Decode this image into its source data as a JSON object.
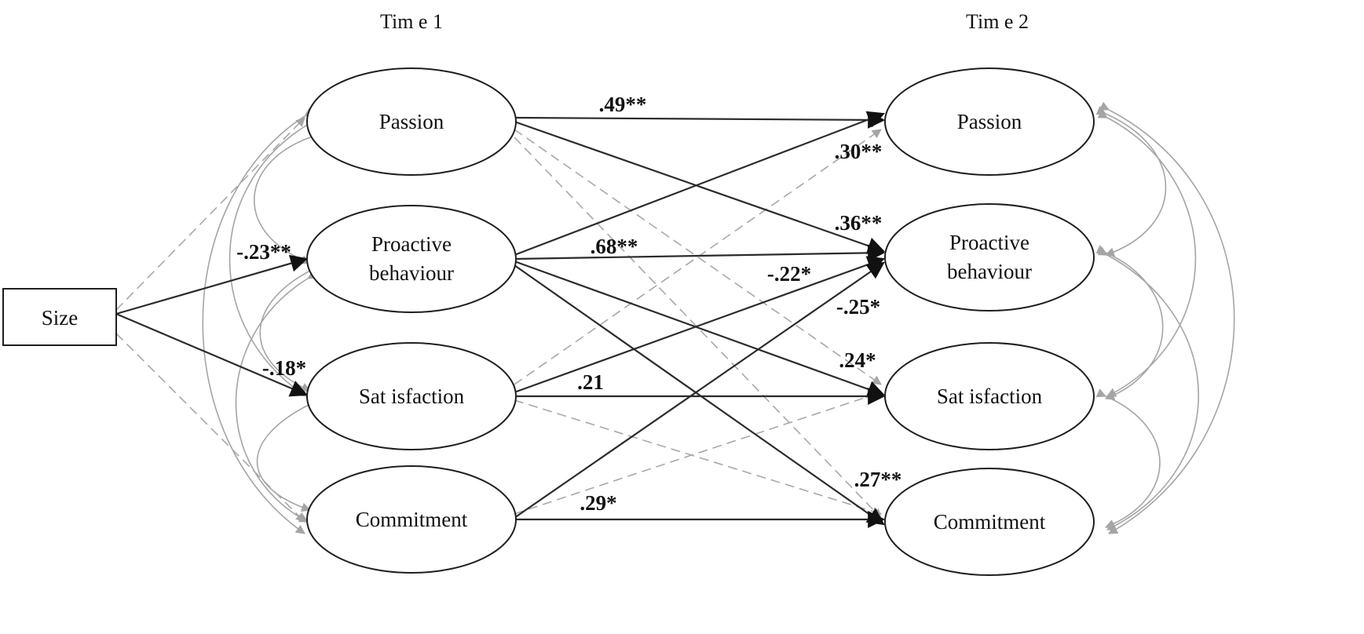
{
  "time_labels": {
    "t1": "Tim e 1",
    "t2": "Tim e 2"
  },
  "nodes": {
    "size": {
      "label": "Size"
    },
    "t1_passion": {
      "label": "Passion"
    },
    "t1_proactive": {
      "lines": [
        "Proactive",
        "behaviour"
      ]
    },
    "t1_satisfaction": {
      "label": "Sat isfaction"
    },
    "t1_commitment": {
      "label": "Commitment"
    },
    "t2_passion": {
      "label": "Passion"
    },
    "t2_proactive": {
      "lines": [
        "Proactive",
        "behaviour"
      ]
    },
    "t2_satisfaction": {
      "label": "Sat isfaction"
    },
    "t2_commitment": {
      "label": "Commitment"
    }
  },
  "coefficients": {
    "size_proactive": "-.23**",
    "size_satisfaction": "-.18*",
    "passion_passion": ".49**",
    "proactive_passion": ".30**",
    "passion_proactive": ".36**",
    "proactive_proactive": ".68**",
    "satisfaction_proactive": "-.22*",
    "commitment_proactive": "-.25*",
    "proactive_satisfaction": ".24*",
    "satisfaction_satisfaction": ".21",
    "proactive_commitment": ".27**",
    "commitment_commitment": ".29*"
  },
  "colors": {
    "significant_path": "#2b2b2b",
    "nonsignificant_path": "#a8a8a8",
    "covariance": "#a5a5a5",
    "background": "#ffffff"
  },
  "legend_semantics": {
    "solid_black": "significant path",
    "dashed_grey": "non-significant path",
    "curved_grey": "covariance"
  }
}
